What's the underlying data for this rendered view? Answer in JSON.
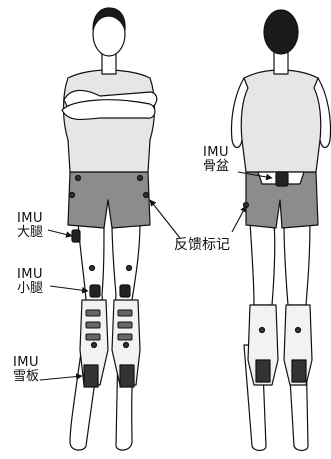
{
  "labels": {
    "thigh": {
      "en": "IMU",
      "zh": "大腿"
    },
    "shank": {
      "en": "IMU",
      "zh": "小腿"
    },
    "ski": {
      "en": "IMU",
      "zh": "雪板"
    },
    "pelvis": {
      "en": "IMU",
      "zh": "骨盆"
    },
    "feedback": "反馈标记"
  },
  "colors": {
    "shirt": "#e6e6e6",
    "shorts": "#8c8c8c",
    "skin": "#ffffff",
    "hair": "#1a1a1a",
    "outline": "#111111",
    "boot": "#f2f2f2"
  }
}
